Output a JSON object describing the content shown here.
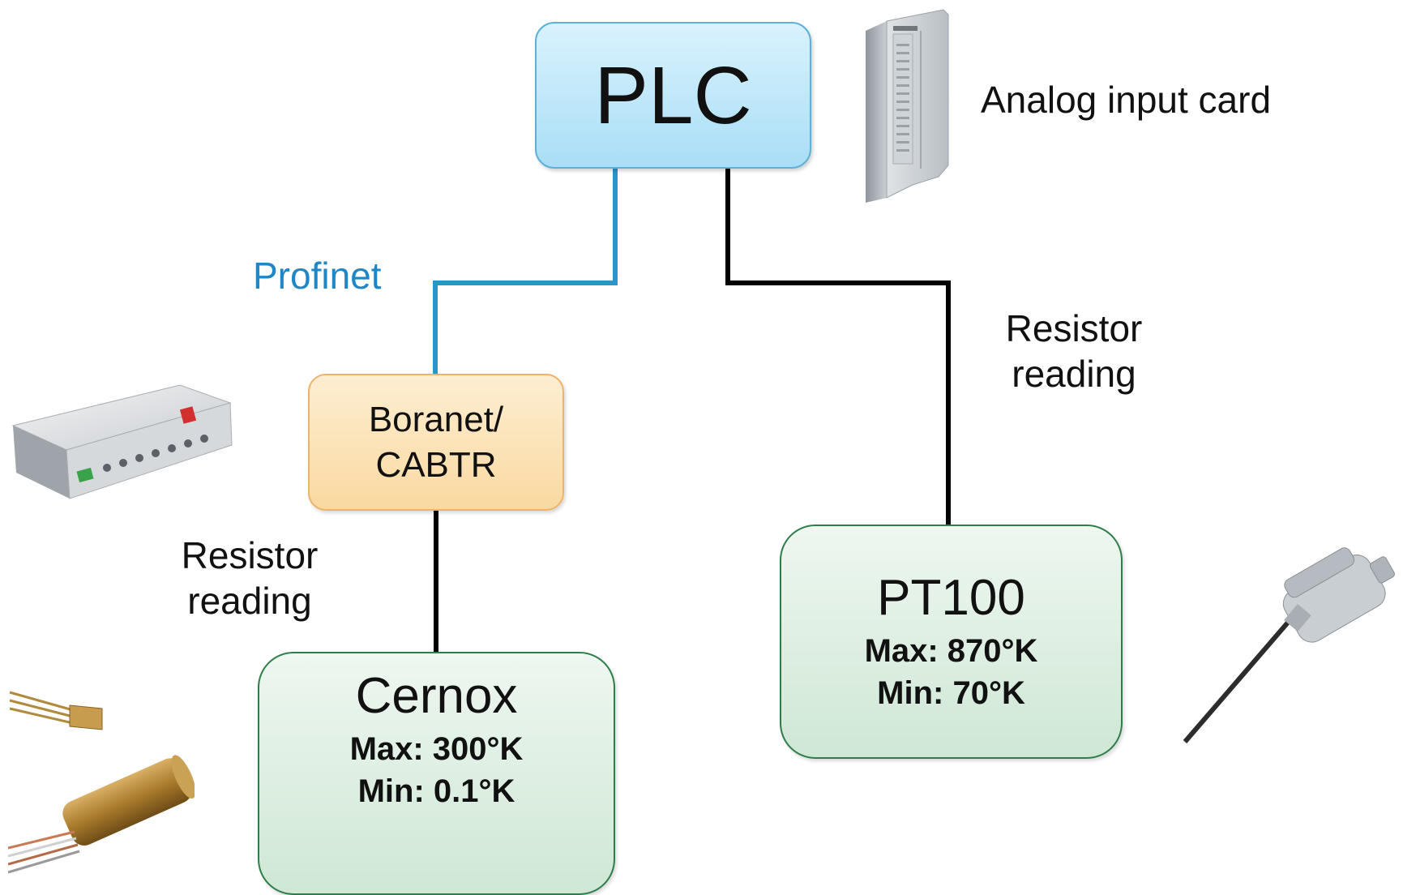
{
  "plc": {
    "title": "PLC"
  },
  "boranet": {
    "line1": "Boranet/",
    "line2": "CABTR"
  },
  "cernox": {
    "name": "Cernox",
    "max": "Max: 300°K",
    "min": "Min: 0.1°K"
  },
  "pt100": {
    "name": "PT100",
    "max": "Max: 870°K",
    "min": "Min: 70°K"
  },
  "labels": {
    "profinet": "Profinet",
    "analog_input_card": "Analog input card",
    "resistor_reading_right": [
      "Resistor",
      "reading"
    ],
    "resistor_reading_left": [
      "Resistor",
      "reading"
    ]
  },
  "colors": {
    "profinet_wire": "#2a95c9",
    "resistor_wire": "#000000",
    "plc_border": "#5fb0d8",
    "boranet_border": "#eeb36a",
    "sensor_border": "#2e7d4a"
  }
}
